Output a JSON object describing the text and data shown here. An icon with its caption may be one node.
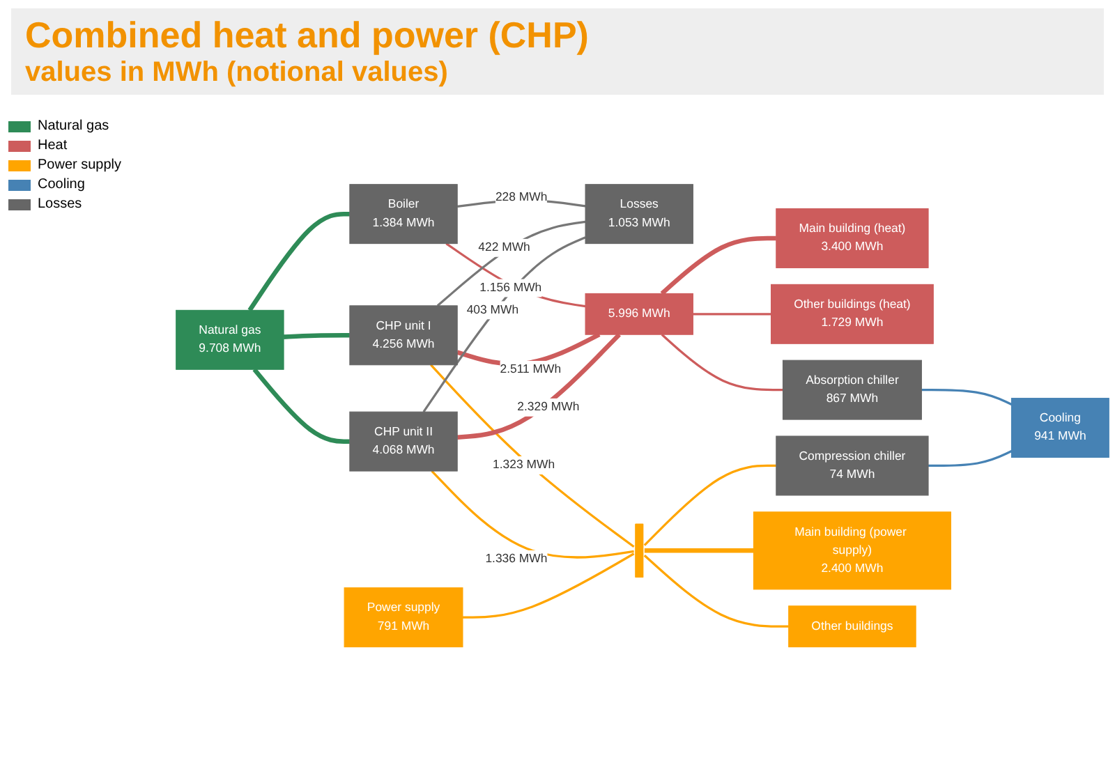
{
  "diagram": {
    "title": "Combined heat and power (CHP)",
    "nodes": [
      {
        "text": [
          "Natural gas",
          "9.708 MWh"
        ]
      },
      {
        "text": [
          "Boiler",
          "1.384 MWh"
        ]
      },
      {
        "text": [
          "CHP unit I",
          "4.256 MWh"
        ]
      },
      {
        "text": [
          "CHP unit II",
          "4.068 MWh"
        ]
      },
      {
        "text": [
          "Losses",
          "1.053 MWh"
        ]
      },
      {
        "text": [
          "Power supply",
          "791 MWh"
        ]
      },
      {
        "text": [
          "5.996 MWh"
        ]
      },
      {
        "text": [],
        "shape": "bar"
      },
      {
        "text": [
          "Main building (heat)",
          "3.400 MWh"
        ]
      },
      {
        "text": [
          "Other buildings (heat)",
          "1.729 MWh"
        ]
      },
      {
        "text": [
          "Absorption chiller",
          "867 MWh"
        ]
      },
      {
        "text": [
          "Compression chiller",
          "74 MWh"
        ]
      },
      {
        "text": [
          "Cooling",
          "941 MWh"
        ]
      },
      {
        "text": [
          "Main building (power supply)",
          "2.400 MWh"
        ]
      },
      {
        "text": [
          "Other buildings"
        ]
      }
    ],
    "edges": [
      {
        "from": 0,
        "to": 1,
        "arrow": "none",
        "style": "thick",
        "color": "#2e8b57"
      },
      {
        "from": 0,
        "to": 2,
        "arrow": "none",
        "style": "thick",
        "color": "#2e8b57"
      },
      {
        "from": 0,
        "to": 3,
        "arrow": "none",
        "style": "thick",
        "color": "#2e8b57"
      },
      {
        "from": 1,
        "to": 6,
        "label": "1.156 MWh",
        "arrow": "none",
        "color": "#cd5c5c"
      },
      {
        "from": 1,
        "to": 4,
        "label": "228 MWh",
        "arrow": "none",
        "color": "#777777"
      },
      {
        "from": 2,
        "to": 6,
        "label": "2.511 MWh",
        "arrow": "none",
        "style": "thick",
        "color": "#cd5c5c"
      },
      {
        "from": 2,
        "to": 4,
        "label": "422 MWh",
        "arrow": "none",
        "color": "#777777"
      },
      {
        "from": 2,
        "to": 7,
        "label": "1.323 MWh",
        "arrow": "none",
        "color": "#ffa500"
      },
      {
        "from": 3,
        "to": 6,
        "label": "2.329 MWh",
        "arrow": "none",
        "style": "thick",
        "color": "#cd5c5c"
      },
      {
        "from": 3,
        "to": 4,
        "label": "403 MWh",
        "arrow": "none",
        "color": "#777777"
      },
      {
        "from": 3,
        "to": 7,
        "label": "1.336 MWh",
        "arrow": "none",
        "color": "#ffa500"
      },
      {
        "from": 5,
        "to": 7,
        "arrow": "none",
        "color": "#ffa500"
      },
      {
        "from": 6,
        "to": 8,
        "arrow": "none",
        "style": "thick",
        "color": "#cd5c5c"
      },
      {
        "from": 6,
        "to": 9,
        "arrow": "none",
        "color": "#cd5c5c"
      },
      {
        "from": 6,
        "to": 10,
        "arrow": "none",
        "color": "#cd5c5c"
      },
      {
        "from": 10,
        "to": 12,
        "arrow": "none",
        "color": "#4682b4"
      },
      {
        "from": 11,
        "to": 12,
        "arrow": "none",
        "color": "#4682b4"
      },
      {
        "from": 7,
        "to": 11,
        "arrow": "none",
        "color": "#ffa500"
      },
      {
        "from": 7,
        "to": 13,
        "arrow": "none",
        "style": "thick",
        "color": "#ffa500"
      },
      {
        "from": 7,
        "to": 14,
        "arrow": "none",
        "color": "#ffa500"
      }
    ],
    "labels": [
      "values in MWh (notional values)"
    ],
    "legend": [
      {
        "text": "Natural gas",
        "color": "#2e8b57"
      },
      {
        "text": "Heat",
        "color": "#cd5c5c"
      },
      {
        "text": "Power supply",
        "color": "#ffa500"
      },
      {
        "text": "Cooling",
        "color": "#4682b4"
      },
      {
        "text": "Losses",
        "color": "#666666"
      }
    ]
  }
}
